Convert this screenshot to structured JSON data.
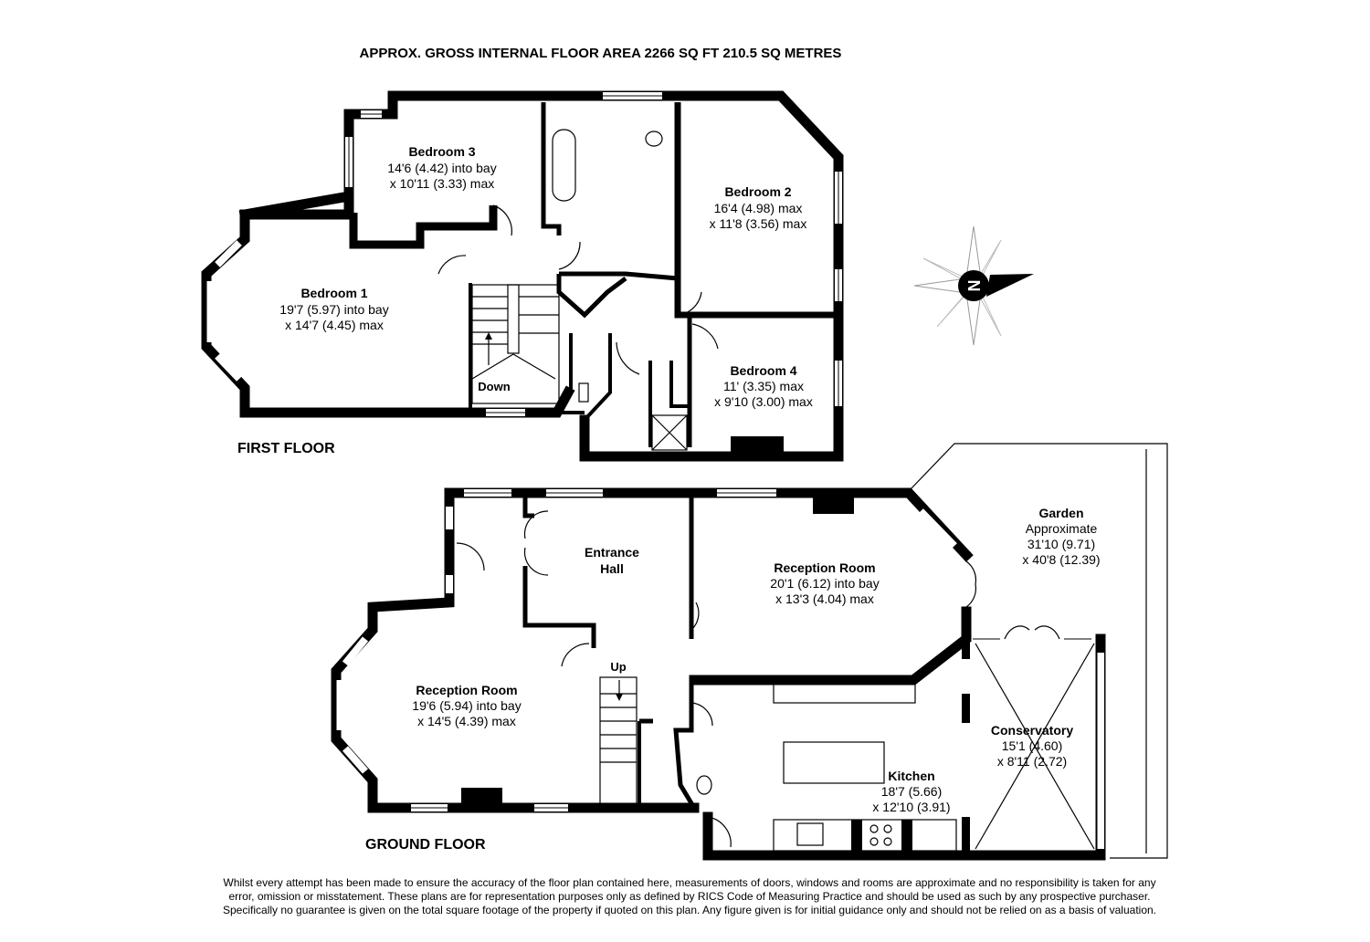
{
  "header": {
    "title": "APPROX. GROSS INTERNAL FLOOR AREA 2266 SQ FT 210.5 SQ METRES"
  },
  "first_floor": {
    "label": "FIRST FLOOR",
    "stairs_label": "Down",
    "rooms": [
      {
        "name": "Bedroom 3",
        "dim1": "14'6 (4.42) into bay",
        "dim2": "x 10'11 (3.33) max"
      },
      {
        "name": "Bedroom 2",
        "dim1": "16'4 (4.98) max",
        "dim2": "x 11'8 (3.56) max"
      },
      {
        "name": "Bedroom 1",
        "dim1": "19'7 (5.97) into bay",
        "dim2": "x 14'7 (4.45) max"
      },
      {
        "name": "Bedroom 4",
        "dim1": "11' (3.35) max",
        "dim2": "x 9'10 (3.00) max"
      }
    ]
  },
  "ground_floor": {
    "label": "GROUND FLOOR",
    "stairs_label": "Up",
    "rooms": [
      {
        "name": "Entrance",
        "name2": "Hall"
      },
      {
        "name": "Reception Room",
        "dim1": "20'1 (6.12) into bay",
        "dim2": "x 13'3 (4.04) max"
      },
      {
        "name": "Reception Room",
        "dim1": "19'6 (5.94) into bay",
        "dim2": "x 14'5 (4.39) max"
      },
      {
        "name": "Garden",
        "dim0": "Approximate",
        "dim1": "31'10 (9.71)",
        "dim2": "x 40'8 (12.39)"
      },
      {
        "name": "Conservatory",
        "dim1": "15'1 (4.60)",
        "dim2": "x 8'11 (2.72)"
      },
      {
        "name": "Kitchen",
        "dim1": "18'7 (5.66)",
        "dim2": "x 12'10 (3.91)"
      }
    ]
  },
  "compass": {
    "icon": "north-arrow-icon",
    "letter": "N"
  },
  "disclaimer": [
    "Whilst every attempt has been made to ensure the accuracy of the floor plan contained here, measurements of doors, windows and rooms are approximate and no responsibility is taken for any",
    "error, omission or misstatement. These plans are for representation purposes only as defined by RICS Code of Measuring Practice and should be used as such by any prospective purchaser.",
    "Specifically no guarantee is given on the total square footage of the property if quoted on this plan. Any figure given is for initial guidance only and should not be relied on as a basis of valuation."
  ]
}
